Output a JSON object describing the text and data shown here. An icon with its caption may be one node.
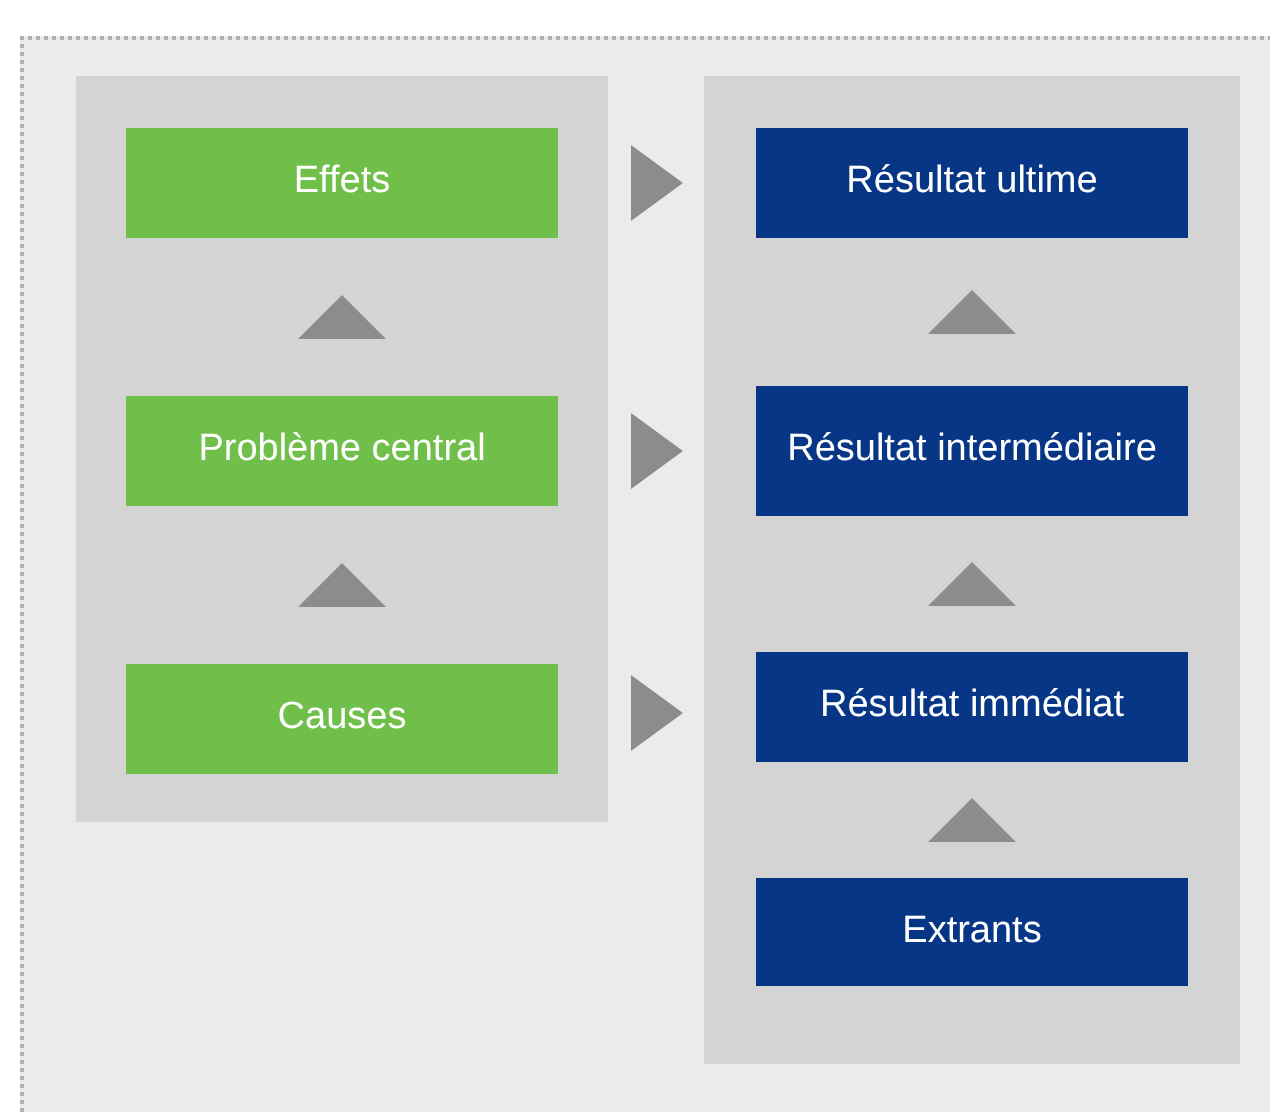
{
  "diagram": {
    "nodes": [
      {
        "text": [],
        "shape": "box"
      },
      {
        "text": [
          "Effets"
        ],
        "in": 0
      },
      {
        "text": [
          "Problème central"
        ],
        "in": 0
      },
      {
        "text": [
          "Causes"
        ],
        "in": 0
      },
      {
        "text": [],
        "shape": "box"
      },
      {
        "text": [
          "Résultat ultime"
        ],
        "in": 4
      },
      {
        "text": [
          "Résultat intermédiaire"
        ],
        "in": 4
      },
      {
        "text": [
          "Résultat immédiat"
        ],
        "in": 4
      },
      {
        "text": [
          "Extrants"
        ],
        "in": 4
      }
    ],
    "edges": [
      {
        "from": 2,
        "to": 1,
        "arrow": "to"
      },
      {
        "from": 3,
        "to": 2,
        "arrow": "to"
      },
      {
        "from": 6,
        "to": 5,
        "arrow": "to"
      },
      {
        "from": 7,
        "to": 6,
        "arrow": "to"
      },
      {
        "from": 8,
        "to": 7,
        "arrow": "to"
      },
      {
        "from": 1,
        "to": 5,
        "arrow": "to"
      },
      {
        "from": 2,
        "to": 6,
        "arrow": "to"
      },
      {
        "from": 3,
        "to": 7,
        "arrow": "to"
      }
    ]
  }
}
